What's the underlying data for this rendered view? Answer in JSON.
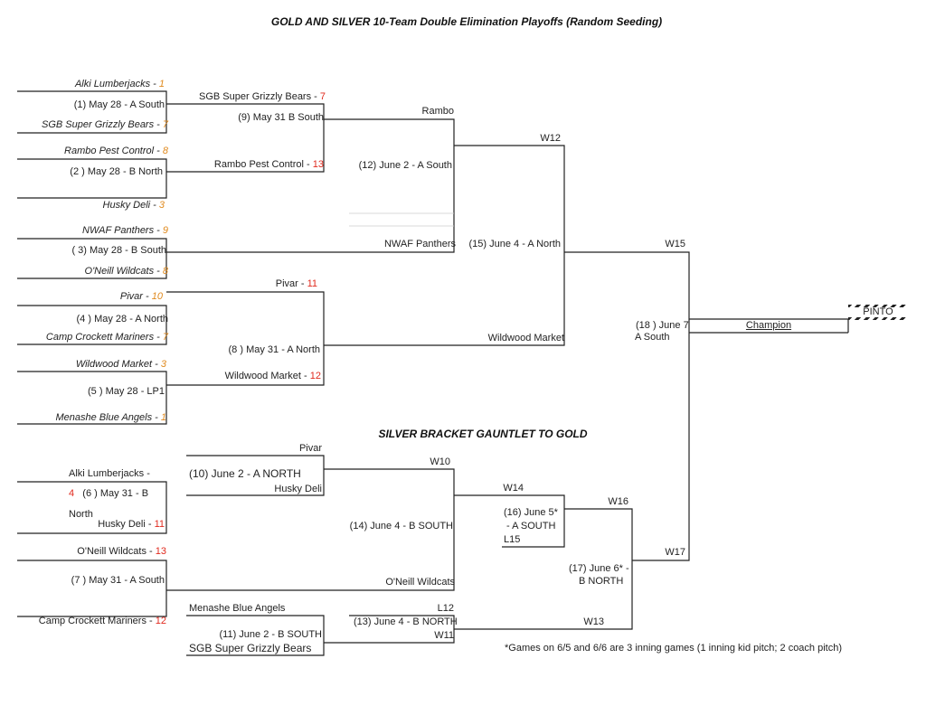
{
  "title": "GOLD AND SILVER 10-Team Double Elimination Playoffs (Random Seeding)",
  "silver_title": "SILVER BRACKET GAUNTLET TO GOLD",
  "footnote": "*Games on 6/5 and 6/6 are 3 inning games (1 inning kid pitch; 2 coach pitch)",
  "r1": {
    "g1": {
      "top": "Alki Lumberjacks - ",
      "top_score": "1",
      "label": "(1) May 28 - A South",
      "bot": "SGB Super Grizzly Bears - ",
      "bot_score": "7"
    },
    "g2": {
      "top": "Rambo Pest Control - ",
      "top_score": "8",
      "label": "(2 ) May 28 - B North",
      "bot": "Husky Deli - ",
      "bot_score": "3"
    },
    "g3": {
      "top": "NWAF Panthers - ",
      "top_score": "9",
      "label": "( 3) May 28 - B South",
      "bot": "O'Neill Wildcats - ",
      "bot_score": "8"
    },
    "g4": {
      "top": "Pivar - ",
      "top_score": "10",
      "label": "(4 ) May 28 - A North",
      "bot": "Camp Crockett Mariners - ",
      "bot_score": "7"
    },
    "g5": {
      "top": "Wildwood Market - ",
      "top_score": "3",
      "label": "(5 ) May 28 - LP1",
      "bot": "Menashe Blue Angels - ",
      "bot_score": "1"
    }
  },
  "r2": {
    "g9": {
      "top": "SGB Super Grizzly Bears - ",
      "top_score": "7",
      "label": "(9) May 31 B South",
      "bot": "Rambo Pest Control - ",
      "bot_score": "13"
    },
    "g8": {
      "top": "Pivar - ",
      "top_score": "11",
      "label": "(8 ) May 31 - A North",
      "bot": "Wildwood Market - ",
      "bot_score": "12"
    }
  },
  "r3": {
    "g12": {
      "top": "Rambo",
      "label": "(12) June 2 - A South",
      "bot": "NWAF Panthers"
    }
  },
  "r4": {
    "g15": {
      "top": "W12",
      "label": "(15) June 4 - A North",
      "bot": "Wildwood Market"
    }
  },
  "final": {
    "top": "W15",
    "label_1": "(18 ) June 7",
    "label_2": "A South",
    "bot": "W17",
    "champion": "Champion",
    "pinto": "PINTO"
  },
  "silver": {
    "g6": {
      "top": "Alki  Lumberjacks  - ",
      "top_score": "4",
      "label_a": "(6 )  May  31  -  B",
      "label_b": "North",
      "bot": "Husky Deli - ",
      "bot_score": "11"
    },
    "g7": {
      "top": "O'Neill Wildcats - ",
      "top_score": "13",
      "label": "(7 ) May 31 - A South",
      "bot": "Camp Crockett Mariners - ",
      "bot_score": "12"
    },
    "g10": {
      "top": "Pivar",
      "label": "(10) June 2 - A NORTH",
      "bot": "Husky Deli"
    },
    "g11": {
      "top": "Menashe Blue Angels",
      "label": "(11) June 2 - B SOUTH",
      "bot": "SGB Super Grizzly Bears"
    },
    "g14": {
      "top": "W10",
      "label": "(14) June 4 - B SOUTH",
      "bot": "O'Neill Wildcats"
    },
    "g13": {
      "top": "L12",
      "label": "(13) June 4 - B NORTH",
      "bot": "W11"
    },
    "g16": {
      "top": "W14",
      "label_1": "(16) June 5*",
      "label_2": "- A SOUTH",
      "bot": "L15"
    },
    "g17": {
      "top": "W16",
      "label_1": "(17) June 6* -",
      "label_2": "B NORTH",
      "bot": "W13"
    }
  },
  "colors": {
    "orange_score": "#e08a1e",
    "red_score": "#e02a1e",
    "lines": "#222222"
  }
}
